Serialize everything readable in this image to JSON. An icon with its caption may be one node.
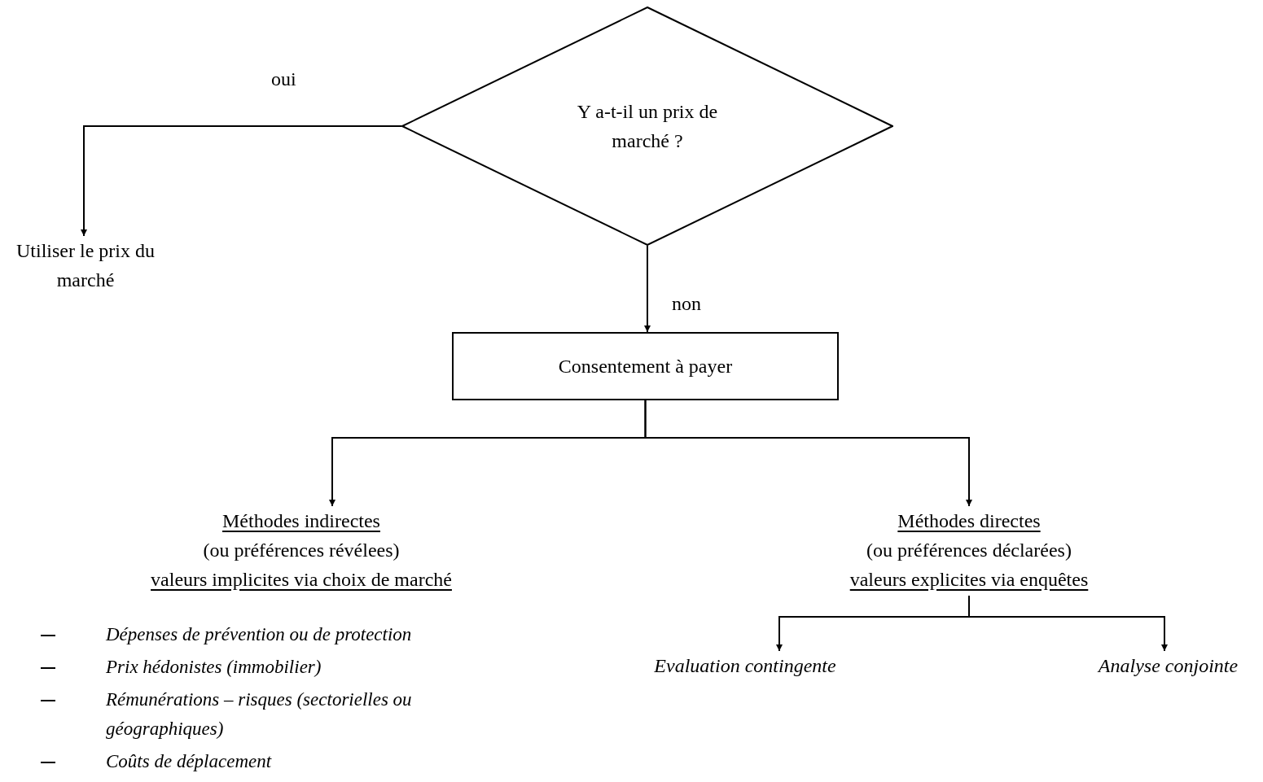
{
  "diagram": {
    "nodes": [
      {
        "text": [
          "Y a-t-il un prix de marché ?"
        ]
      },
      {
        "text": [
          "Utiliser le prix du marché"
        ]
      },
      {
        "text": [
          "Consentement à payer"
        ]
      },
      {
        "text": [
          "Méthodes indirectes",
          "(ou préférences révélees)",
          "valeurs implicites via choix de marché"
        ]
      },
      {
        "text": [
          "Méthodes directes",
          "(ou préférences déclarées)",
          "valeurs explicites via enquêtes"
        ]
      },
      {
        "text": [
          "Evaluation contingente"
        ]
      },
      {
        "text": [
          "Analyse conjointe"
        ]
      }
    ],
    "edges": [
      {
        "from": 0,
        "to": 1,
        "arrow": "to",
        "label": "oui"
      },
      {
        "from": 0,
        "to": 2,
        "arrow": "to",
        "label": "non"
      },
      {
        "from": 2,
        "to": 3,
        "arrow": "to"
      },
      {
        "from": 2,
        "to": 4,
        "arrow": "to"
      },
      {
        "from": 4,
        "to": 5,
        "arrow": "to"
      },
      {
        "from": 4,
        "to": 6,
        "arrow": "to"
      }
    ],
    "labels": [
      "Dépenses de prévention ou de protection",
      "Prix hédonistes (immobilier)",
      "Rémunérations – risques (sectorielles ou géographiques)",
      "Coûts de déplacement"
    ]
  }
}
